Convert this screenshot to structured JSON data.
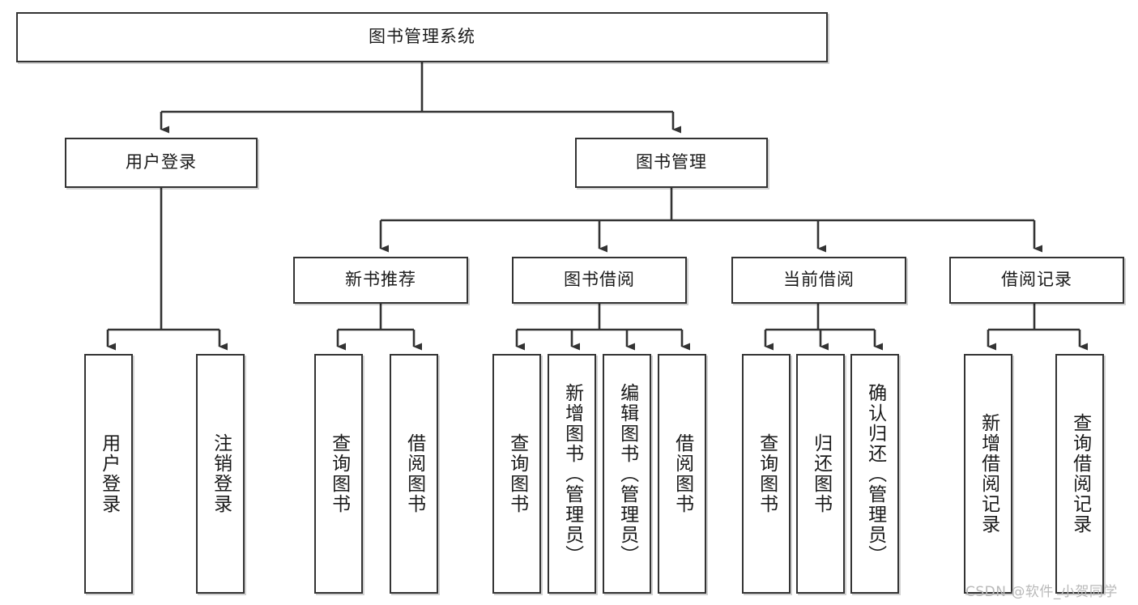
{
  "diagram": {
    "type": "tree",
    "title": "图书管理系统",
    "root": {
      "label": "图书管理系统"
    },
    "level1": [
      {
        "label": "用户登录"
      },
      {
        "label": "图书管理"
      }
    ],
    "level2": [
      {
        "label": "新书推荐"
      },
      {
        "label": "图书借阅"
      },
      {
        "label": "当前借阅"
      },
      {
        "label": "借阅记录"
      }
    ],
    "leaves": {
      "user_login": [
        {
          "label": "用户登录"
        },
        {
          "label": "注销登录"
        }
      ],
      "new_book_recommend": [
        {
          "label": "查询图书"
        },
        {
          "label": "借阅图书"
        }
      ],
      "book_borrow": [
        {
          "label": "查询图书"
        },
        {
          "label": "新增图书（管理员）"
        },
        {
          "label": "编辑图书（管理员）"
        },
        {
          "label": "借阅图书"
        }
      ],
      "current_borrow": [
        {
          "label": "查询图书"
        },
        {
          "label": "归还图书"
        },
        {
          "label": "确认归还（管理员）"
        }
      ],
      "borrow_record": [
        {
          "label": "新增借阅记录"
        },
        {
          "label": "查询借阅记录"
        }
      ]
    }
  },
  "watermark": {
    "text": "CSDN @软件_小贺同学"
  },
  "colors": {
    "box_border": "#333333",
    "box_fill": "#ffffff",
    "connector": "#333333",
    "text": "#1a1a1a",
    "watermark": "#b9b9b9"
  }
}
